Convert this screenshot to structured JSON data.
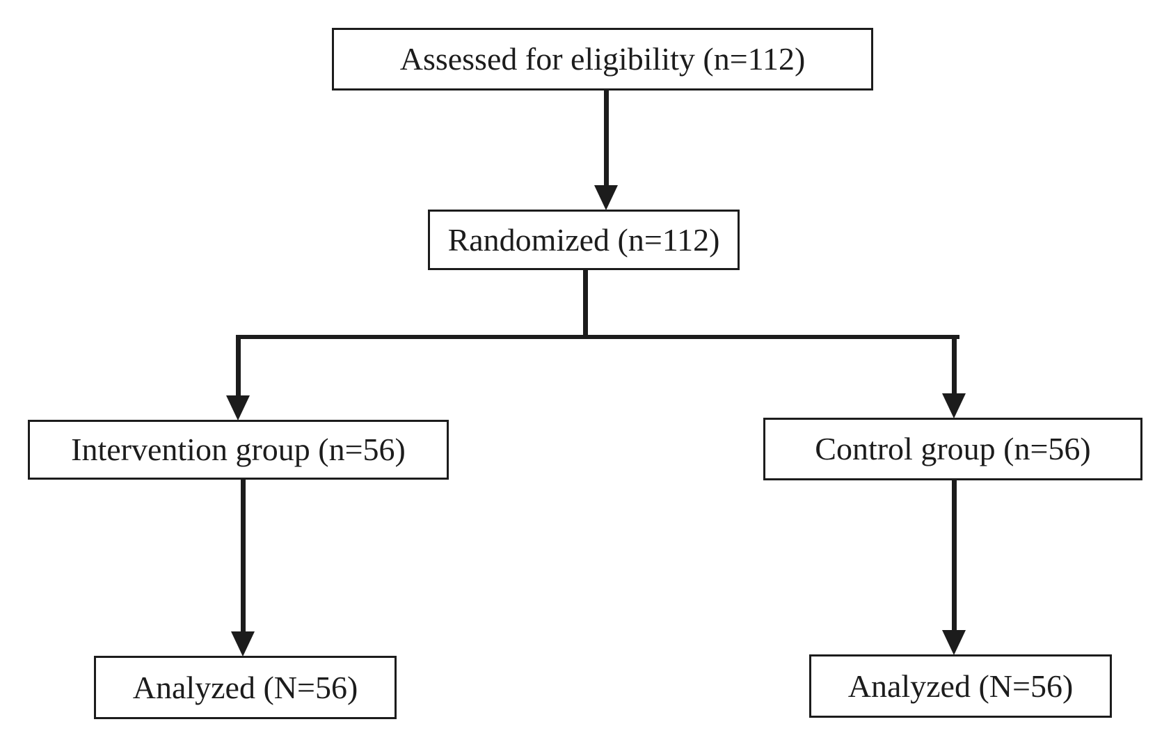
{
  "figure": {
    "type": "consort-flow-diagram",
    "colors": {
      "background": "#ffffff",
      "box_border": "#1c1c1c",
      "box_fill": "#ffffff",
      "text": "#1c1c1c",
      "arrow": "#1c1c1c"
    },
    "nodes": {
      "assessed": {
        "label": "Assessed for eligibility (n=112)"
      },
      "randomized": {
        "label": "Randomized (n=112)"
      },
      "intervention": {
        "label": "Intervention group (n=56)"
      },
      "control": {
        "label": "Control group (n=56)"
      },
      "analyzed_intervention": {
        "label": "Analyzed (N=56)"
      },
      "analyzed_control": {
        "label": "Analyzed (N=56)"
      }
    },
    "edges": [
      {
        "from": "assessed",
        "to": "randomized",
        "style": "arrow"
      },
      {
        "from": "randomized",
        "to": "intervention",
        "style": "arrow"
      },
      {
        "from": "randomized",
        "to": "control",
        "style": "arrow"
      },
      {
        "from": "intervention",
        "to": "analyzed_intervention",
        "style": "arrow"
      },
      {
        "from": "control",
        "to": "analyzed_control",
        "style": "arrow"
      }
    ]
  }
}
